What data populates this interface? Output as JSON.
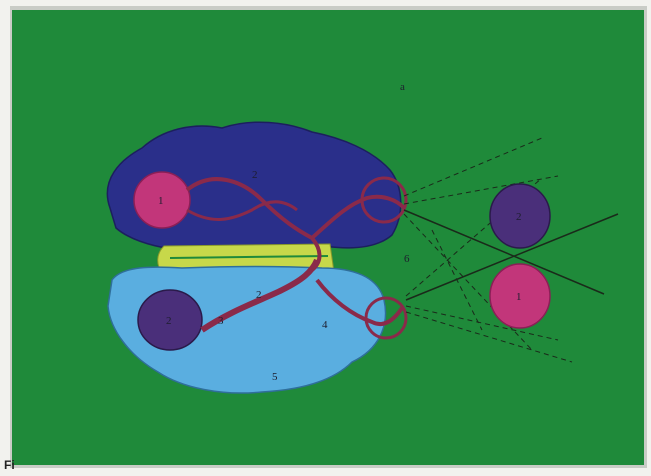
{
  "diagram": {
    "marker": "a",
    "colors": {
      "background": "#1f8a3a",
      "upper_hemisphere": "#2a2f8a",
      "lower_hemisphere": "#5aaee0",
      "bridge": "#c7d84a",
      "nucleus_pink": "#c2367a",
      "nucleus_purple": "#4a2f7a",
      "tract": "#8a2a4a",
      "guide_lines": "#1a2a1a"
    },
    "labels": {
      "upper_nucleus": "1",
      "upper_hemisphere": "2",
      "lower_nucleus": "2",
      "lower_tract_a": "3",
      "lower_tract_b": "2",
      "lower_tract_c": "4",
      "lower_hemisphere": "5",
      "crossing": "6",
      "eye_upper": "2",
      "eye_lower": "1"
    }
  },
  "caption": {
    "mark": "Fi"
  }
}
